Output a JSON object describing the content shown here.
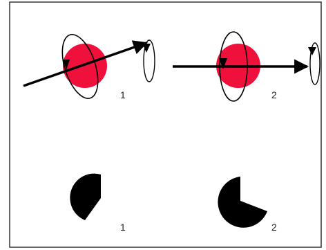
{
  "panels": [
    {
      "label": "1"
    },
    {
      "label": "2"
    },
    {
      "label": "1"
    },
    {
      "label": "2"
    }
  ],
  "colors": {
    "sphere": "#f0103c",
    "ink": "#000000",
    "border": "#333333"
  }
}
